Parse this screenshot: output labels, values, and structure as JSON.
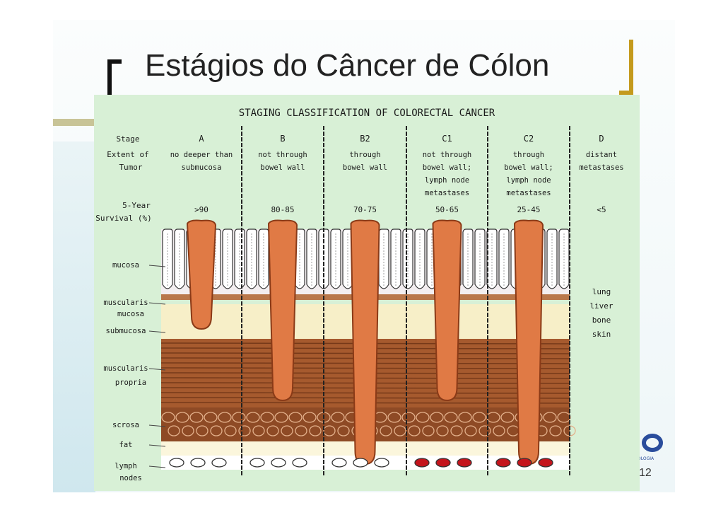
{
  "slide": {
    "title": "Estágios do Câncer de Cólon",
    "page_number": "12",
    "logo_text": "OLOGIA"
  },
  "figure": {
    "heading": "STAGING CLASSIFICATION OF COLORECTAL CANCER",
    "row_labels": {
      "stage": "Stage",
      "extent_line1": "Extent of",
      "extent_line2": "Tumor",
      "survival_line1": "5-Year",
      "survival_line2": "Survival (%)"
    },
    "layer_labels": [
      {
        "lines": [
          "mucosa"
        ]
      },
      {
        "lines": [
          "muscularis",
          "mucosa"
        ]
      },
      {
        "lines": [
          "submucosa"
        ]
      },
      {
        "lines": [
          "muscularis",
          "propria"
        ]
      },
      {
        "lines": [
          "scrosa"
        ]
      },
      {
        "lines": [
          "fat"
        ]
      },
      {
        "lines": [
          "lymph",
          "nodes"
        ]
      }
    ],
    "stages": [
      {
        "stage": "A",
        "extent": [
          "no deeper than",
          "submucosa"
        ],
        "survival": ">90",
        "depth": "submucosa",
        "lymph_metastases": false
      },
      {
        "stage": "B",
        "extent": [
          "not through",
          "bowel wall"
        ],
        "survival": "80-85",
        "depth": "muscularis propria",
        "lymph_metastases": false
      },
      {
        "stage": "B2",
        "extent": [
          "through",
          "bowel wall"
        ],
        "survival": "70-75",
        "depth": "fat",
        "lymph_metastases": false
      },
      {
        "stage": "C1",
        "extent": [
          "not through",
          "bowel wall;",
          "lymph node",
          "metastases"
        ],
        "survival": "50-65",
        "depth": "muscularis propria",
        "lymph_metastases": true
      },
      {
        "stage": "C2",
        "extent": [
          "through",
          "bowel wall;",
          "lymph node",
          "metastases"
        ],
        "survival": "25-45",
        "depth": "fat",
        "lymph_metastases": true
      },
      {
        "stage": "D",
        "extent": [
          "distant",
          "metastases"
        ],
        "survival": "<5",
        "depth": "",
        "lymph_metastases": false
      }
    ],
    "distant_sites": [
      "lung",
      "liver",
      "bone",
      "skin"
    ],
    "colors": {
      "panel": "#d8f0d6",
      "tumor": "#e07a45",
      "tumor_outline": "#8a3a17",
      "submucosa": "#f7efc8",
      "muscularis": "#a65a2e",
      "serosa": "#8e4a25",
      "fat": "#fbf6dc",
      "lymph_node": "#ffffff",
      "lymph_metastasis": "#c4141c"
    }
  }
}
